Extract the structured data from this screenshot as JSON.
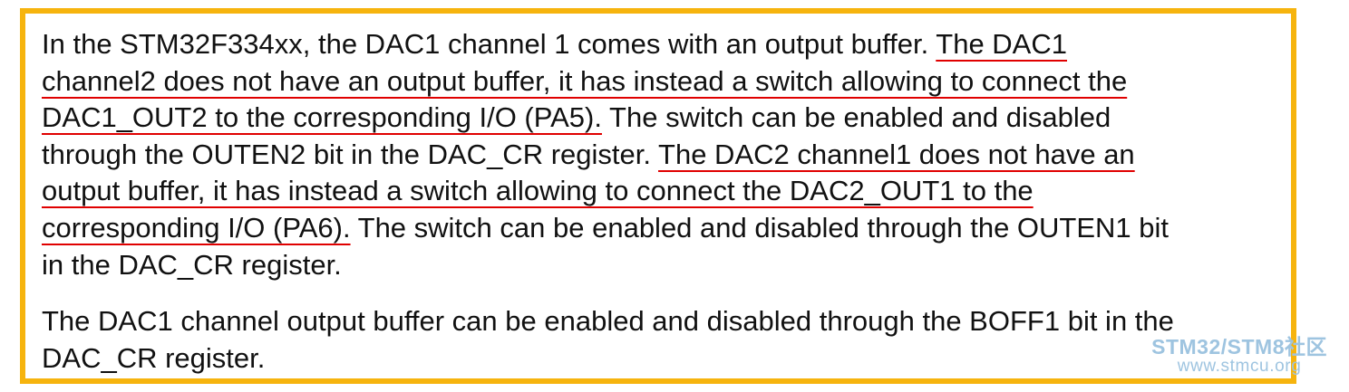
{
  "document": {
    "paragraph1": {
      "line1_plain": "In the STM32F334xx, the DAC1 channel 1 comes with an output buffer. ",
      "line1_underlined": "The DAC1",
      "line2_underlined": "channel2 does not have an output buffer, it has instead a switch allowing to connect the",
      "line3_underlined": "DAC1_OUT2 to the corresponding I/O (PA5).",
      "line3_plain": " The switch can be enabled and disabled",
      "line4_plain": "through the OUTEN2 bit in the DAC_CR register. ",
      "line4_underlined": "The DAC2 channel1 does not have an",
      "line5_underlined": "output buffer, it has instead a switch allowing to connect the DAC2_OUT1 to the",
      "line6_underlined": "corresponding I/O (PA6).",
      "line6_plain": " The switch can be enabled and disabled through the OUTEN1 bit",
      "line7_plain": "in the DAC_CR register."
    },
    "paragraph2": {
      "line1": "The DAC1 channel output buffer can be enabled and disabled through the BOFF1 bit in the",
      "line2": "DAC_CR register."
    }
  },
  "watermark": {
    "title": "STM32/STM8社区",
    "url": "www.stmcu.org"
  },
  "colors": {
    "frame_border": "#f6b40e",
    "underline": "#e00000",
    "text": "#111111",
    "watermark": "#9ec4e0"
  }
}
